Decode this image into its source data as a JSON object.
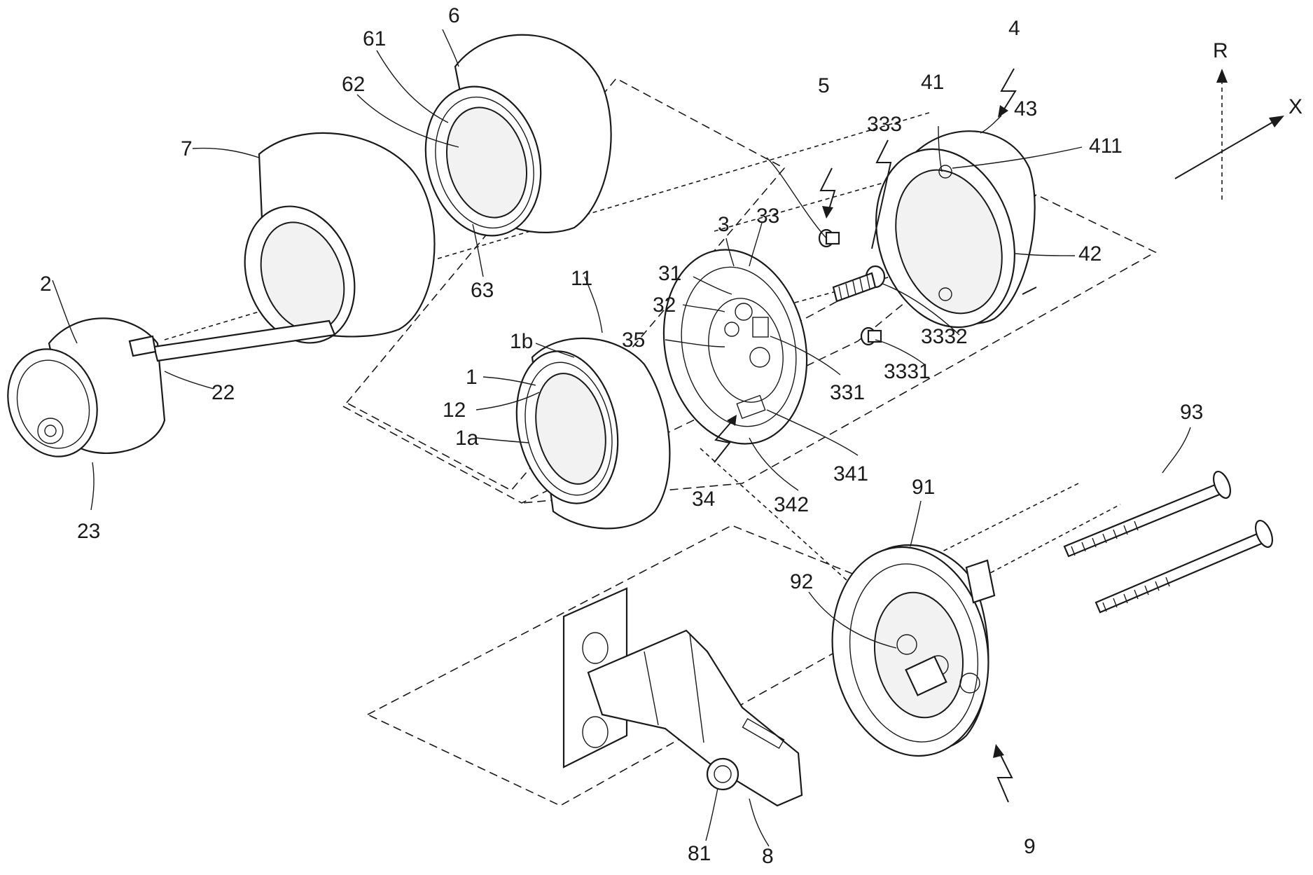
{
  "labels": {
    "l_6": "6",
    "l_61": "61",
    "l_62": "62",
    "l_63": "63",
    "l_7": "7",
    "l_2": "2",
    "l_22": "22",
    "l_23": "23",
    "l_11": "11",
    "l_1b": "1b",
    "l_1": "1",
    "l_12": "12",
    "l_1a": "1a",
    "l_3": "3",
    "l_33": "33",
    "l_31": "31",
    "l_32": "32",
    "l_35": "35",
    "l_331": "331",
    "l_34": "34",
    "l_342": "342",
    "l_341": "341",
    "l_5": "5",
    "l_333": "333",
    "l_3332": "3332",
    "l_3331": "3331",
    "l_4": "4",
    "l_41": "41",
    "l_43": "43",
    "l_411": "411",
    "l_42": "42",
    "l_R": "R",
    "l_X": "X",
    "l_93": "93",
    "l_91": "91",
    "l_92": "92",
    "l_9": "9",
    "l_81": "81",
    "l_8": "8"
  }
}
